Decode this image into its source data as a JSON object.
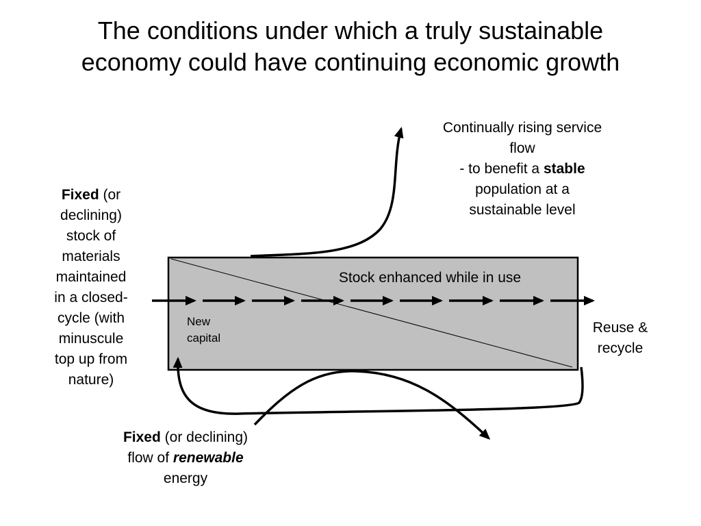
{
  "title": {
    "line1": "The conditions under which a truly sustainable",
    "line2": "economy could have continuing economic growth"
  },
  "service_flow": {
    "line1": "Continually rising service",
    "line2": "flow",
    "line3_prefix": "- to benefit a ",
    "line3_bold": "stable",
    "line4": "population at a",
    "line5": "sustainable level"
  },
  "materials_stock": {
    "bold": "Fixed",
    "rest1": " (or",
    "lines": [
      "declining)",
      "stock of",
      "materials",
      "maintained",
      "in a closed-",
      "cycle (with",
      "minuscule",
      "top up from",
      "nature)"
    ]
  },
  "box_label": "Stock enhanced while in use",
  "new_capital": {
    "line1": "New",
    "line2": "capital"
  },
  "reuse": {
    "line1": "Reuse &",
    "line2": "recycle"
  },
  "energy": {
    "bold": "Fixed",
    "rest1": " (or declining)",
    "line2_prefix": "flow of ",
    "line2_bolditalic": "renewable",
    "line3": "energy"
  },
  "colors": {
    "box_fill": "#c0c0c0",
    "stroke": "#000000"
  }
}
